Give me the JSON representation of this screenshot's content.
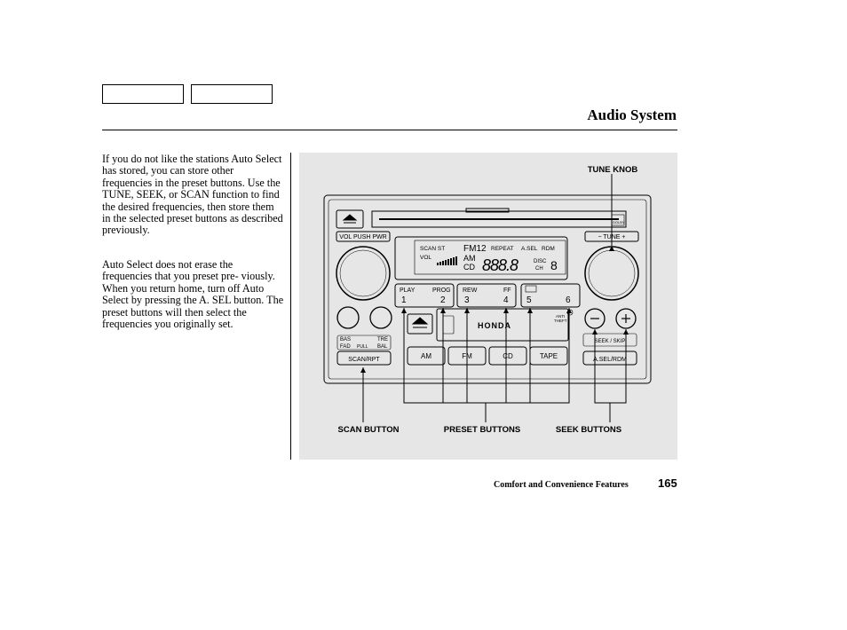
{
  "header": {
    "title": "Audio System"
  },
  "body": {
    "paragraphs": [
      "If you do not like the stations Auto Select has stored, you can store other frequencies in the preset buttons. Use the TUNE, SEEK, or SCAN function to find the desired frequencies, then store them in the selected preset buttons as described previously.",
      "Auto Select does not erase the frequencies that you preset pre- viously. When you return home, turn off Auto Select by pressing the A. SEL button. The preset buttons will then select the frequencies you originally set."
    ]
  },
  "figure": {
    "callouts": {
      "tune_knob": "TUNE KNOB",
      "scan_button": "SCAN BUTTON",
      "preset_buttons": "PRESET BUTTONS",
      "seek_buttons": "SEEK BUTTONS"
    },
    "radio": {
      "vol_label": "VOL PUSH PWR",
      "tune_label": "−  TUNE  +",
      "display": {
        "scan_st": "SCAN ST",
        "vol": "VOL",
        "fm": "FM12",
        "am": "AM",
        "cd": "CD",
        "repeat": "REPEAT",
        "a_sel": "A.SEL",
        "rdm": "RDM",
        "digits": "888.8",
        "disc": "DISC",
        "ch": "CH",
        "disc_num": "8"
      },
      "presets": [
        {
          "top": "PLAY",
          "num": "1"
        },
        {
          "top": "PROG",
          "num": "2"
        },
        {
          "top": "REW",
          "num": "3"
        },
        {
          "top": "FF",
          "num": "4"
        },
        {
          "top": "",
          "num": "5"
        },
        {
          "top": "",
          "num": "6"
        }
      ],
      "bas": "BAS",
      "tre": "TRE",
      "fad": "FAD",
      "pull": "PULL",
      "bal": "BAL",
      "scan_rpt": "SCAN/RPT",
      "brand": "HONDA",
      "anti_theft_1": "ANTI",
      "anti_theft_2": "THEFT",
      "band_buttons": [
        "AM",
        "FM",
        "CD",
        "TAPE"
      ],
      "seek_skip": "SEEK / SKIP",
      "asel_rdm": "A.SEL/RDM",
      "dolby": "DOLBY"
    }
  },
  "footer": {
    "section": "Comfort and Convenience Features",
    "page": "165"
  }
}
